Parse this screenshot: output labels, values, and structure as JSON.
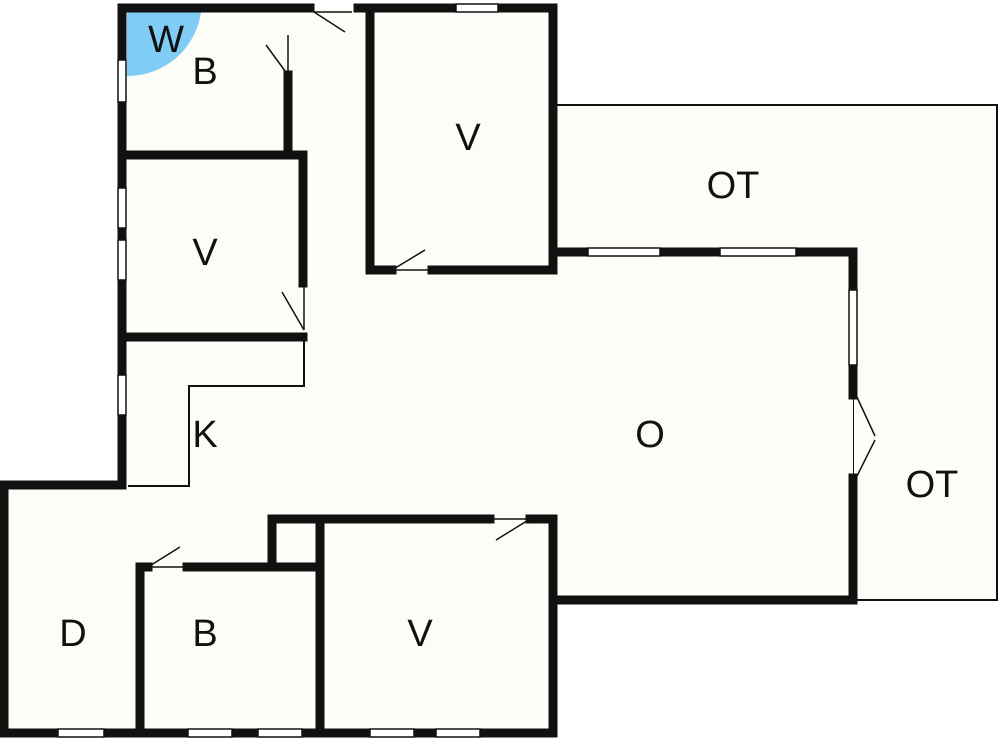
{
  "colors": {
    "floor": "#fdfdf7",
    "wall": "#111111",
    "window": "#ffffff",
    "washer": "#7fcdf5"
  },
  "labels": {
    "w": "W",
    "b_top": "B",
    "v_top_center": "V",
    "ot_top": "OT",
    "v_left": "V",
    "k": "K",
    "o": "O",
    "ot_right": "OT",
    "d": "D",
    "b_bottom": "B",
    "v_bottom": "V"
  }
}
